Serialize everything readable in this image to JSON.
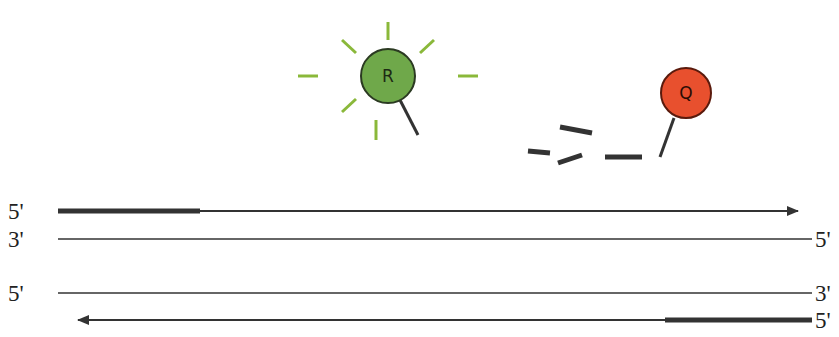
{
  "diagram": {
    "nodes": [
      {
        "text": [
          "R"
        ]
      },
      {
        "text": [
          "Q"
        ]
      }
    ],
    "labels": [
      "5'",
      "3'",
      "5'",
      "5'",
      "3'",
      "5'"
    ]
  }
}
